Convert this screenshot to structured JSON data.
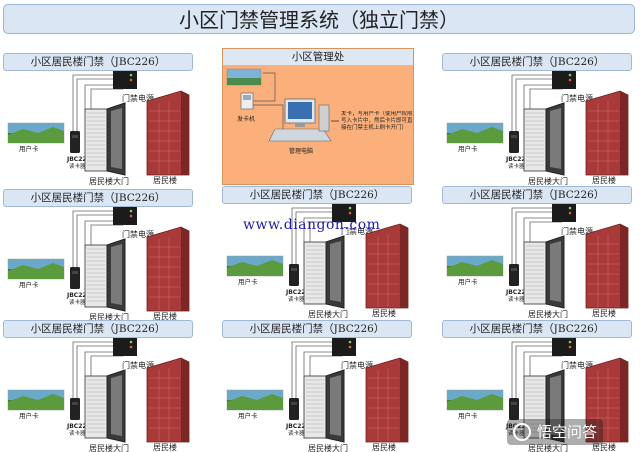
{
  "main_title": "小区门禁管理系统（独立门禁）",
  "unit_title": "小区居民楼门禁（JBC226）",
  "labels": {
    "user_card": "用户卡",
    "reader_model": "JBC226",
    "reader_sub": "读卡器",
    "door_power": "门禁电源",
    "gate": "居民楼大门",
    "building": "居民楼"
  },
  "office": {
    "title": "小区管理处",
    "card_reader": "发卡机",
    "computer": "管理电脑",
    "note": "发卡，写用户卡（使用户权限写入卡片中，然后卡片即可直接在门禁主机上刷卡开门）"
  },
  "website": "www.diangon.com",
  "watermark": "悟空问答",
  "colors": {
    "title_bg": "#dbe6f4",
    "building": "#a83a3a",
    "office_bg": "#fbb07b",
    "site_text": "#1e1ea8"
  }
}
